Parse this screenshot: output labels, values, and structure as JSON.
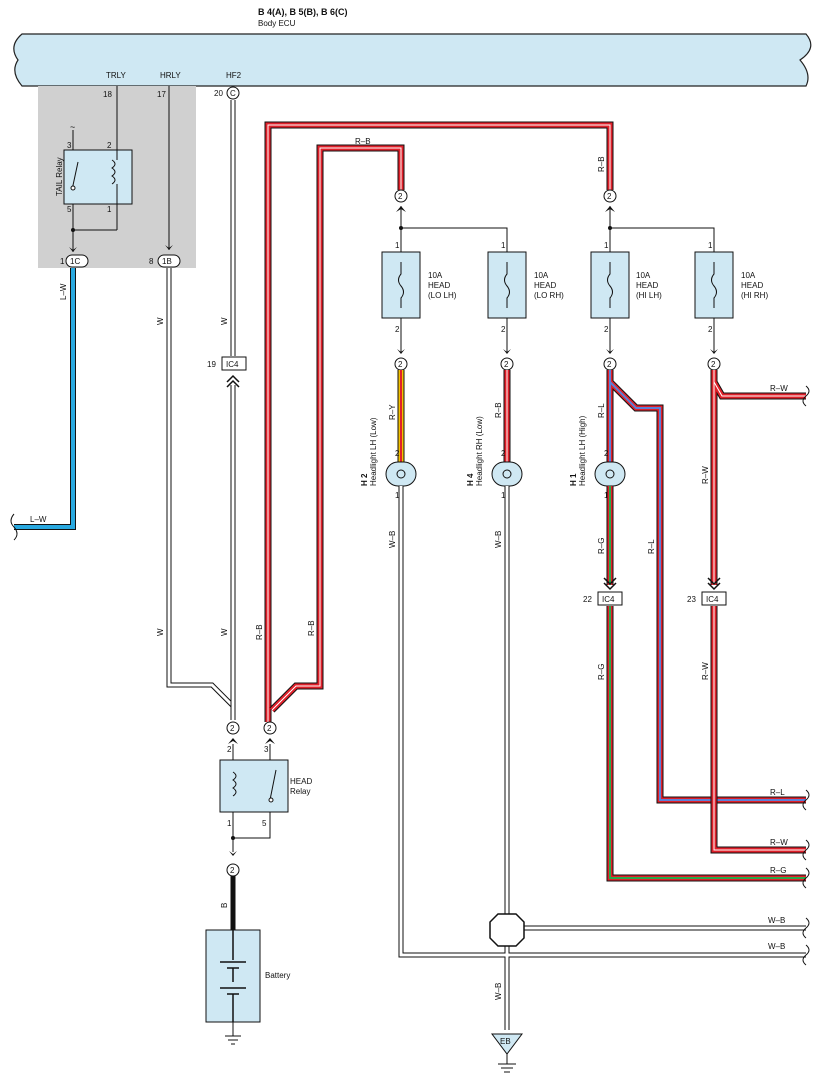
{
  "ecu": {
    "connectors": "B 4(A), B 5(B), B 6(C)",
    "name": "Body ECU"
  },
  "pins": {
    "trly": {
      "name": "TRLY",
      "num": "18"
    },
    "hrly": {
      "name": "HRLY",
      "num": "17"
    },
    "hf2": {
      "name": "HF2",
      "num": "20",
      "conn": "C"
    }
  },
  "tail_relay": {
    "label": "TAIL Relay",
    "p3": "3",
    "p2": "2",
    "p5": "5",
    "p1": "1"
  },
  "connectors": {
    "c1_num": "1",
    "c1": "1C",
    "c8_num": "8",
    "c8": "1B",
    "ic4_19_num": "19",
    "ic4_22_num": "22",
    "ic4_23_num": "23",
    "ic4": "IC4",
    "two": "2"
  },
  "fuses": [
    {
      "amp": "10A",
      "name": "HEAD",
      "sub": "(LO LH)",
      "top": "1",
      "bot": "2"
    },
    {
      "amp": "10A",
      "name": "HEAD",
      "sub": "(LO RH)",
      "top": "1",
      "bot": "2"
    },
    {
      "amp": "10A",
      "name": "HEAD",
      "sub": "(HI LH)",
      "top": "1",
      "bot": "2"
    },
    {
      "amp": "10A",
      "name": "HEAD",
      "sub": "(HI RH)",
      "top": "1",
      "bot": "2"
    }
  ],
  "headlights": [
    {
      "code": "H 2",
      "name": "Headlight LH (Low)",
      "p2": "2",
      "p1": "1"
    },
    {
      "code": "H 4",
      "name": "Headlight RH (Low)",
      "p2": "2",
      "p1": "1"
    },
    {
      "code": "H 1",
      "name": "Headlight LH (High)",
      "p2": "2",
      "p1": "1"
    }
  ],
  "head_relay": {
    "l1": "HEAD",
    "l2": "Relay",
    "p2": "2",
    "p3": "3",
    "p1": "1",
    "p5": "5"
  },
  "battery": {
    "label": "Battery"
  },
  "ground": {
    "label": "EB"
  },
  "wires": {
    "lw": "L–W",
    "w": "W",
    "rb": "R–B",
    "ry": "R–Y",
    "rl": "R–L",
    "rw": "R–W",
    "rg": "R–G",
    "wb": "W–B",
    "b": "B"
  },
  "colors": {
    "bus": "#cfe8f3",
    "relay_bg": "#d0d0d0",
    "component": "#cfe8f3",
    "red": "#e0202a",
    "blue_lw": "#29a9e0",
    "yellow": "#f2c200",
    "green": "#2aa84a",
    "blue_rl": "#5c7fd6",
    "white_wire": "#ffffff",
    "black": "#111111"
  }
}
